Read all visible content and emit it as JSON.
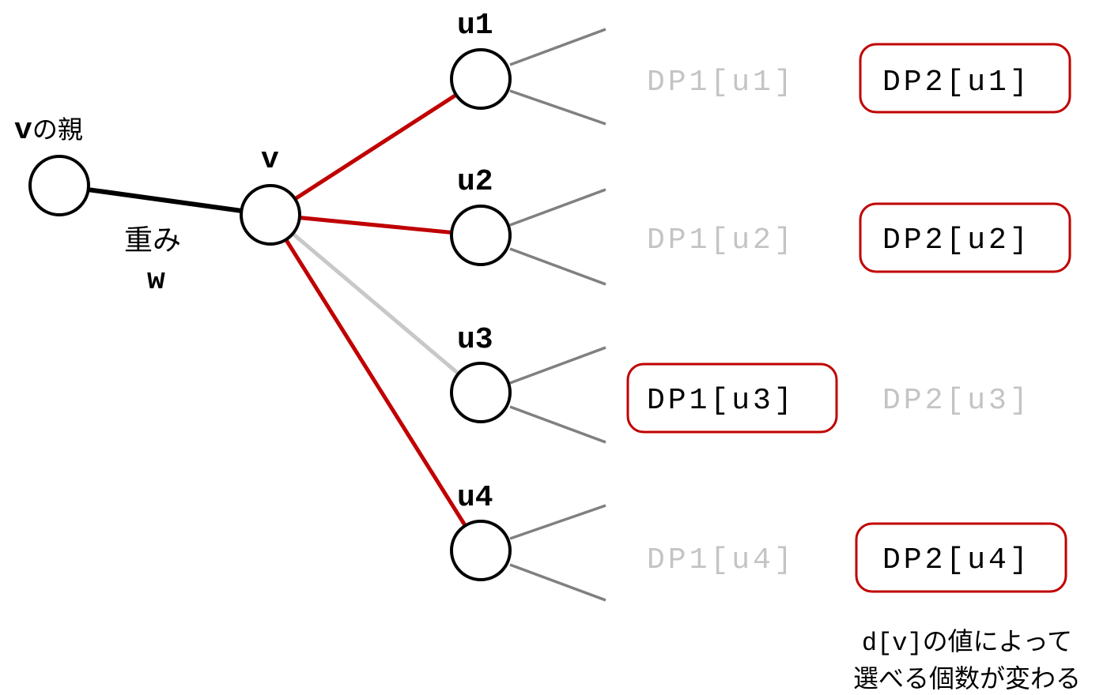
{
  "nodes": {
    "parent": {
      "label_var": "v",
      "label_suffix": "の親"
    },
    "v": {
      "label": "v"
    },
    "children": [
      {
        "id": "u1",
        "label": "u1",
        "edge_color": "#c00000",
        "dp1": "DP1[u1]",
        "dp2": "DP2[u1]",
        "selected": "dp2"
      },
      {
        "id": "u2",
        "label": "u2",
        "edge_color": "#c00000",
        "dp1": "DP1[u2]",
        "dp2": "DP2[u2]",
        "selected": "dp2"
      },
      {
        "id": "u3",
        "label": "u3",
        "edge_color": "#c8c8c8",
        "dp1": "DP1[u3]",
        "dp2": "DP2[u3]",
        "selected": "dp1"
      },
      {
        "id": "u4",
        "label": "u4",
        "edge_color": "#c00000",
        "dp1": "DP1[u4]",
        "dp2": "DP2[u4]",
        "selected": "dp2"
      }
    ]
  },
  "weight": {
    "label_jp": "重み",
    "label_var": "w"
  },
  "note": {
    "line1_code": "d[v]",
    "line1_text": "の値によって",
    "line2_text": "選べる個数が変わる"
  },
  "colors": {
    "highlight": "#c00000",
    "inactive_text": "#c4c4c4",
    "subtree_edge": "#808080",
    "parent_edge": "#000000"
  }
}
